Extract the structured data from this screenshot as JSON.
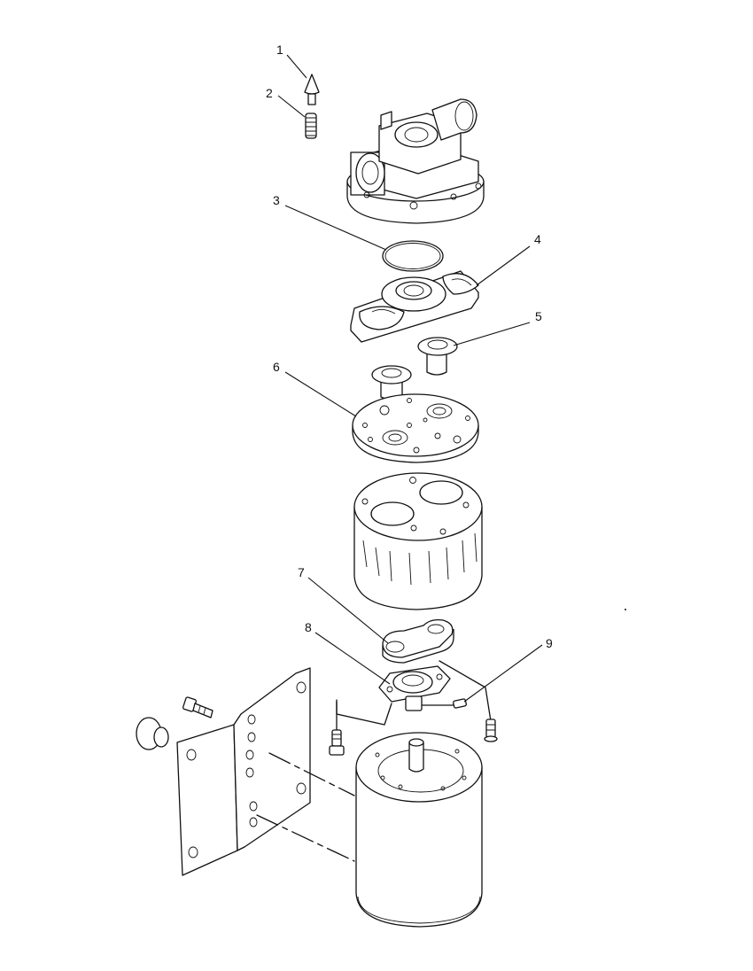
{
  "callouts": [
    {
      "number": "1",
      "icon": "cone-tip-icon"
    },
    {
      "number": "2",
      "icon": "spring-icon"
    },
    {
      "number": "3",
      "icon": "o-ring-icon"
    },
    {
      "number": "4",
      "icon": "plate-icon"
    },
    {
      "number": "5",
      "icon": "bushing-icon"
    },
    {
      "number": "6",
      "icon": "gasket-plate-icon"
    },
    {
      "number": "7",
      "icon": "bracket-icon"
    },
    {
      "number": "8",
      "icon": "flange-icon"
    },
    {
      "number": "9",
      "icon": "wire-icon"
    }
  ]
}
